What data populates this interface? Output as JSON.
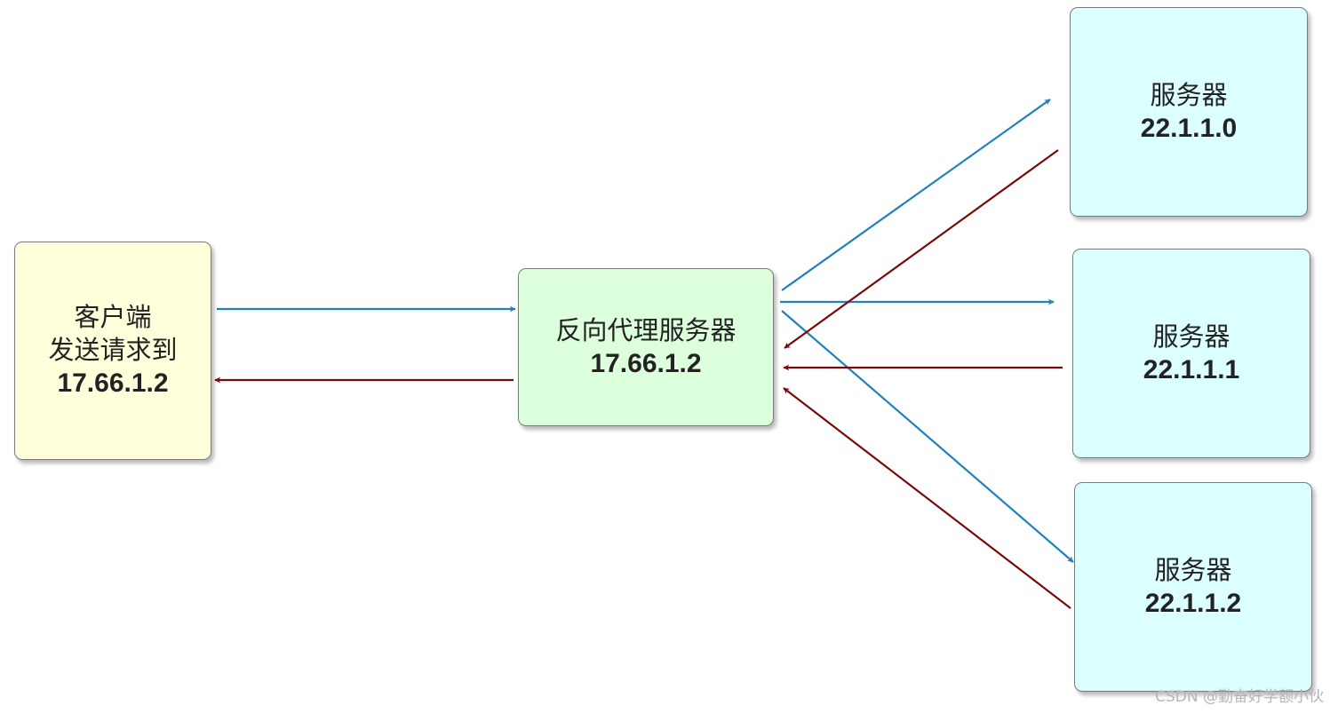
{
  "colors": {
    "request_arrow": "#1f80be",
    "response_arrow": "#7a0a0a",
    "client_fill": "#ffffdc",
    "proxy_fill": "#dcffdc",
    "server_fill": "#dcffff"
  },
  "client": {
    "line1": "客户端",
    "line2": "发送请求到",
    "ip": "17.66.1.2"
  },
  "proxy": {
    "label": "反向代理服务器",
    "ip": "17.66.1.2"
  },
  "servers": [
    {
      "label": "服务器",
      "ip": "22.1.1.0"
    },
    {
      "label": "服务器",
      "ip": "22.1.1.1"
    },
    {
      "label": "服务器",
      "ip": "22.1.1.2"
    }
  ],
  "watermark": "CSDN @勤奋好学额小伙"
}
